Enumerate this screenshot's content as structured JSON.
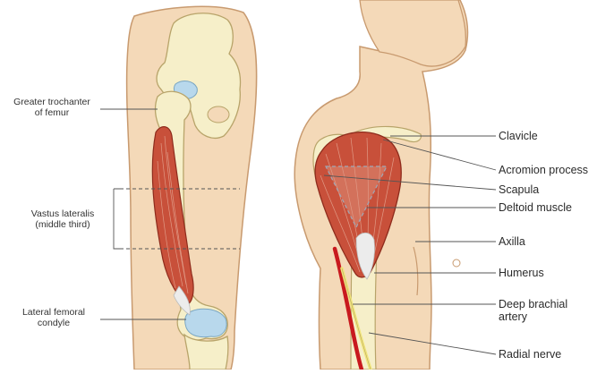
{
  "labels": {
    "greater_trochanter": [
      "Greater trochanter",
      "of femur"
    ],
    "vastus_lateralis": [
      "Vastus lateralis",
      "(middle third)"
    ],
    "lateral_femoral_condyle": [
      "Lateral femoral",
      "condyle"
    ],
    "clavicle": [
      "Clavicle"
    ],
    "acromion_process": [
      "Acromion process"
    ],
    "scapula": [
      "Scapula"
    ],
    "deltoid_muscle": [
      "Deltoid muscle"
    ],
    "axilla": [
      "Axilla"
    ],
    "humerus": [
      "Humerus"
    ],
    "deep_brachial_artery": [
      "Deep brachial",
      "artery"
    ],
    "radial_nerve": [
      "Radial nerve"
    ]
  },
  "colors": {
    "skin": "#f4d9b8",
    "skin_outline": "#c89a6f",
    "bone": "#f6efc9",
    "bone_outline": "#b8a46a",
    "cartilage": "#b8d8ec",
    "muscle": "#c8503a",
    "muscle_dark": "#8e2b1c",
    "muscle_light": "#e09a86",
    "tendon": "#ececec",
    "artery": "#c8191e",
    "nerve": "#f0e57a",
    "leader": "#555555"
  }
}
